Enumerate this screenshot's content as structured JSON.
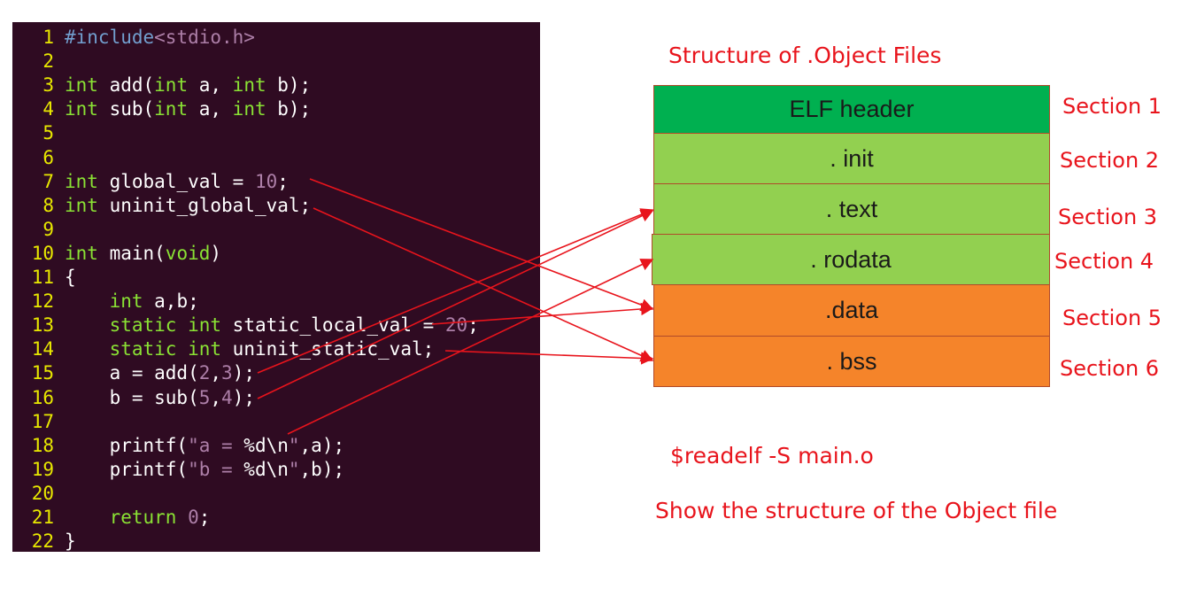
{
  "code": {
    "lines": [
      {
        "n": "1",
        "tokens": [
          {
            "t": "#include",
            "c": "pre"
          },
          {
            "t": "<stdio.h>",
            "c": "str"
          }
        ]
      },
      {
        "n": "2",
        "tokens": []
      },
      {
        "n": "3",
        "tokens": [
          {
            "t": "int",
            "c": "type"
          },
          {
            "t": " add(",
            "c": "plain"
          },
          {
            "t": "int",
            "c": "type"
          },
          {
            "t": " a, ",
            "c": "plain"
          },
          {
            "t": "int",
            "c": "type"
          },
          {
            "t": " b);",
            "c": "plain"
          }
        ]
      },
      {
        "n": "4",
        "tokens": [
          {
            "t": "int",
            "c": "type"
          },
          {
            "t": " sub(",
            "c": "plain"
          },
          {
            "t": "int",
            "c": "type"
          },
          {
            "t": " a, ",
            "c": "plain"
          },
          {
            "t": "int",
            "c": "type"
          },
          {
            "t": " b);",
            "c": "plain"
          }
        ]
      },
      {
        "n": "5",
        "tokens": []
      },
      {
        "n": "6",
        "tokens": []
      },
      {
        "n": "7",
        "tokens": [
          {
            "t": "int",
            "c": "type"
          },
          {
            "t": " global_val = ",
            "c": "plain"
          },
          {
            "t": "10",
            "c": "num"
          },
          {
            "t": ";",
            "c": "plain"
          }
        ]
      },
      {
        "n": "8",
        "tokens": [
          {
            "t": "int",
            "c": "type"
          },
          {
            "t": " uninit_global_val;",
            "c": "plain"
          }
        ]
      },
      {
        "n": "9",
        "tokens": []
      },
      {
        "n": "10",
        "tokens": [
          {
            "t": "int",
            "c": "type"
          },
          {
            "t": " main(",
            "c": "plain"
          },
          {
            "t": "void",
            "c": "type"
          },
          {
            "t": ")",
            "c": "plain"
          }
        ]
      },
      {
        "n": "11",
        "tokens": [
          {
            "t": "{",
            "c": "plain"
          }
        ]
      },
      {
        "n": "12",
        "tokens": [
          {
            "t": "    ",
            "c": "plain"
          },
          {
            "t": "int",
            "c": "type"
          },
          {
            "t": " a,b;",
            "c": "plain"
          }
        ]
      },
      {
        "n": "13",
        "tokens": [
          {
            "t": "    ",
            "c": "plain"
          },
          {
            "t": "static",
            "c": "type"
          },
          {
            "t": " ",
            "c": "plain"
          },
          {
            "t": "int",
            "c": "type"
          },
          {
            "t": " static_local_val = ",
            "c": "plain"
          },
          {
            "t": "20",
            "c": "num"
          },
          {
            "t": ";",
            "c": "plain"
          }
        ]
      },
      {
        "n": "14",
        "tokens": [
          {
            "t": "    ",
            "c": "plain"
          },
          {
            "t": "static",
            "c": "type"
          },
          {
            "t": " ",
            "c": "plain"
          },
          {
            "t": "int",
            "c": "type"
          },
          {
            "t": " uninit_static_val;",
            "c": "plain"
          }
        ]
      },
      {
        "n": "15",
        "tokens": [
          {
            "t": "    a = add(",
            "c": "plain"
          },
          {
            "t": "2",
            "c": "num"
          },
          {
            "t": ",",
            "c": "plain"
          },
          {
            "t": "3",
            "c": "num"
          },
          {
            "t": ");",
            "c": "plain"
          }
        ]
      },
      {
        "n": "16",
        "tokens": [
          {
            "t": "    b = sub(",
            "c": "plain"
          },
          {
            "t": "5",
            "c": "num"
          },
          {
            "t": ",",
            "c": "plain"
          },
          {
            "t": "4",
            "c": "num"
          },
          {
            "t": ");",
            "c": "plain"
          }
        ]
      },
      {
        "n": "17",
        "tokens": []
      },
      {
        "n": "18",
        "tokens": [
          {
            "t": "    printf(",
            "c": "plain"
          },
          {
            "t": "\"a = ",
            "c": "str"
          },
          {
            "t": "%d\\n",
            "c": "plain"
          },
          {
            "t": "\"",
            "c": "str"
          },
          {
            "t": ",a);",
            "c": "plain"
          }
        ]
      },
      {
        "n": "19",
        "tokens": [
          {
            "t": "    printf(",
            "c": "plain"
          },
          {
            "t": "\"b = ",
            "c": "str"
          },
          {
            "t": "%d\\n",
            "c": "plain"
          },
          {
            "t": "\"",
            "c": "str"
          },
          {
            "t": ",b);",
            "c": "plain"
          }
        ]
      },
      {
        "n": "20",
        "tokens": []
      },
      {
        "n": "21",
        "tokens": [
          {
            "t": "    return ",
            "c": "type"
          },
          {
            "t": "0",
            "c": "num"
          },
          {
            "t": ";",
            "c": "plain"
          }
        ]
      },
      {
        "n": "22",
        "tokens": [
          {
            "t": "}",
            "c": "plain"
          }
        ]
      }
    ]
  },
  "diagram": {
    "title": "Structure of .Object Files",
    "rows": [
      {
        "label": "ELF header",
        "section": "Section 1",
        "fill": "#00b050"
      },
      {
        "label": ". init",
        "section": "Section 2",
        "fill": "#92d050"
      },
      {
        "label": ". text",
        "section": "Section 3",
        "fill": "#92d050"
      },
      {
        "label": ". rodata",
        "section": "Section 4",
        "fill": "#92d050"
      },
      {
        "label": ".data",
        "section": "Section 5",
        "fill": "#f5842a"
      },
      {
        "label": ". bss",
        "section": "Section 6",
        "fill": "#f5842a"
      }
    ],
    "command": "$readelf -S main.o",
    "note": "Show the structure of the Object file",
    "arrow_color": "#e8141c"
  }
}
